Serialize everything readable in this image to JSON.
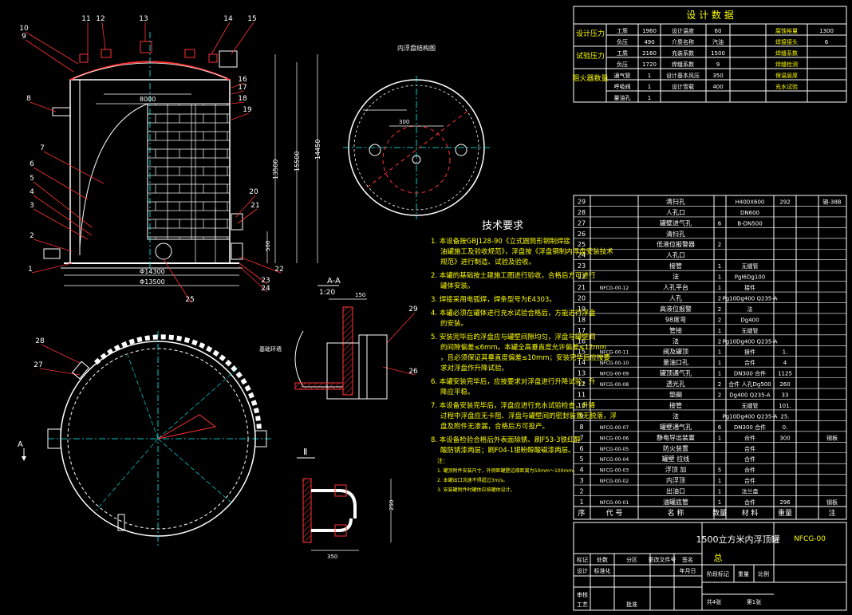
{
  "design_table": {
    "title": "设 计 数 据",
    "rows": [
      {
        "group": "设计压力",
        "sub": "工质",
        "v1": "1960",
        "k1": "设计温度",
        "v2": "60",
        "k2": "腐蚀裕量",
        "v3": "1300"
      },
      {
        "group": "",
        "sub": "负压",
        "v1": "490",
        "k1": "介质名称",
        "v2": "汽油",
        "k2": "焊接接头",
        "v3": "6"
      },
      {
        "group": "试验压力",
        "sub": "工质",
        "v1": "2160",
        "k1": "充装系数",
        "v2": "1500",
        "k2": "焊缝系数",
        "v3": ""
      },
      {
        "group": "",
        "sub": "负压",
        "v1": "1720",
        "k1": "焊缝系数",
        "v2": "9",
        "k2": "焊缝检测",
        "v3": ""
      },
      {
        "group": "阻火器数量",
        "sub": "通气管",
        "v1": "1",
        "k1": "设计基本风压",
        "v2": "350",
        "k2": "保温层厚",
        "v3": ""
      },
      {
        "group": "",
        "sub": "呼吸阀",
        "v1": "1",
        "k1": "设计雪载",
        "v2": "400",
        "k2": "充水试验",
        "v3": ""
      },
      {
        "group": "",
        "sub": "量油孔",
        "v1": "1",
        "k1": "",
        "v2": "",
        "k2": "",
        "v3": ""
      }
    ]
  },
  "parts": [
    {
      "no": "29",
      "code": "",
      "name": "清扫孔",
      "qty": "",
      "mat": "H400X600",
      "w": "292",
      "note": "钢-38B"
    },
    {
      "no": "28",
      "code": "",
      "name": "人孔口",
      "qty": "",
      "mat": "DN600",
      "w": "",
      "note": ""
    },
    {
      "no": "27",
      "code": "",
      "name": "罐壁进气孔",
      "qty": "6",
      "mat": "B-DN500",
      "w": "",
      "note": ""
    },
    {
      "no": "26",
      "code": "",
      "name": "清扫孔",
      "qty": "",
      "mat": "",
      "w": "",
      "note": ""
    },
    {
      "no": "25",
      "code": "",
      "name": "低液位报警器",
      "qty": "2",
      "mat": "",
      "w": "",
      "note": ""
    },
    {
      "no": "24",
      "code": "",
      "name": "人孔口",
      "qty": "",
      "mat": "",
      "w": "",
      "note": ""
    },
    {
      "no": "23",
      "code": "",
      "name": "接管",
      "qty": "1",
      "mat": "无缝管",
      "w": "",
      "note": ""
    },
    {
      "no": "22",
      "code": "",
      "name": "法",
      "qty": "1",
      "mat": "PgI6Dg100",
      "w": "",
      "note": ""
    },
    {
      "no": "21",
      "code": "NFCG-00-12",
      "name": "人孔平台",
      "qty": "1",
      "mat": "接件",
      "w": "",
      "note": ""
    },
    {
      "no": "20",
      "code": "",
      "name": "人孔",
      "qty": "2",
      "mat": "Pg10Dg400 Q235-A",
      "w": "",
      "note": ""
    },
    {
      "no": "19",
      "code": "",
      "name": "高液位报警",
      "qty": "2",
      "mat": "法",
      "w": "",
      "note": ""
    },
    {
      "no": "18",
      "code": "",
      "name": "98度弯",
      "qty": "2",
      "mat": "Dg400",
      "w": "",
      "note": ""
    },
    {
      "no": "17",
      "code": "",
      "name": "管接",
      "qty": "1",
      "mat": "无缝管",
      "w": "",
      "note": ""
    },
    {
      "no": "16",
      "code": "",
      "name": "法",
      "qty": "2",
      "mat": "Pg10Dg400 Q235-A",
      "w": "",
      "note": ""
    },
    {
      "no": "15",
      "code": "NFCG-00-11",
      "name": "阀及罐顶",
      "qty": "1",
      "mat": "接件",
      "w": "1.",
      "note": ""
    },
    {
      "no": "14",
      "code": "NFCG-00-10",
      "name": "量油口孔",
      "qty": "1",
      "mat": "合件",
      "w": "4",
      "note": ""
    },
    {
      "no": "13",
      "code": "NFCG-00-09",
      "name": "罐顶通气孔",
      "qty": "1",
      "mat": "DN300 合件",
      "w": "1125",
      "note": ""
    },
    {
      "no": "12",
      "code": "NFCG-00-08",
      "name": "透光孔",
      "qty": "2",
      "mat": "合件 人孔Dg500",
      "w": "260",
      "note": ""
    },
    {
      "no": "11",
      "code": "",
      "name": "垫圈",
      "qty": "2",
      "mat": "Dg400 Q235-A",
      "w": "33",
      "note": ""
    },
    {
      "no": "10",
      "code": "",
      "name": "接管",
      "qty": "",
      "mat": "无缝管",
      "w": "101.",
      "note": ""
    },
    {
      "no": "9",
      "code": "",
      "name": "法",
      "qty": "",
      "mat": "Pg10Dg400 Q235-A",
      "w": "25.",
      "note": ""
    },
    {
      "no": "8",
      "code": "NFCG-00-07",
      "name": "罐壁通气孔",
      "qty": "6",
      "mat": "DN300 合件",
      "w": "0.",
      "note": ""
    },
    {
      "no": "7",
      "code": "NFCG-00-06",
      "name": "静电导出装置",
      "qty": "1",
      "mat": "合件",
      "w": "300",
      "note": "钢板"
    },
    {
      "no": "6",
      "code": "NFCG-00-05",
      "name": "防火装置",
      "qty": "",
      "mat": "合件",
      "w": "",
      "note": ""
    },
    {
      "no": "5",
      "code": "NFCG-00-04",
      "name": "罐壁 拉线",
      "qty": "",
      "mat": "合件",
      "w": "",
      "note": ""
    },
    {
      "no": "4",
      "code": "NFCG-00-03",
      "name": "浮顶 加",
      "qty": "5",
      "mat": "合件",
      "w": "",
      "note": ""
    },
    {
      "no": "3",
      "code": "NFCG-00-02",
      "name": "内浮顶",
      "qty": "1",
      "mat": "合件",
      "w": "",
      "note": ""
    },
    {
      "no": "2",
      "code": "",
      "name": "出油口",
      "qty": "1",
      "mat": "法兰盘",
      "w": "",
      "note": ""
    },
    {
      "no": "1",
      "code": "NFCG-00-01",
      "name": "油罐底管",
      "qty": "1",
      "mat": "合件",
      "w": "296",
      "note": "钢板"
    }
  ],
  "parts_header": {
    "no": "序",
    "code": "代 号",
    "name": "名 称",
    "qty": "数量",
    "mat": "材 料",
    "w": "重量",
    "note": "注"
  },
  "title_block": {
    "title": "1500立方米内浮顶罐",
    "subtitle": "总",
    "drawing_no": "NFCG-00",
    "labels": [
      "标记",
      "处数",
      "分区",
      "更改文件号",
      "签名",
      "年月日"
    ],
    "row2": [
      "设计",
      "",
      "标准化"
    ],
    "row3": [
      "阶段标记",
      "重量",
      "比例"
    ],
    "row4": [
      "审核",
      "工艺",
      "批准"
    ],
    "sheet": "共4张",
    "sheet_no": "第1张"
  },
  "tech": {
    "heading": "技术要求",
    "items": [
      "1. 本设备按GBJ128-90《立式圆筒形钢制焊接油罐施工及验收规范》，浮盘按《浮盘钢制内浮盘安装技术规范》进行制造、试验及验收。",
      "2. 本罐的基础按土建施工图进行验收，合格后方可进行罐体安装。",
      "3. 焊接采用电弧焊，焊条型号为E4303。",
      "4. 本罐必须在罐体进行充水试验合格后，方能进行浮盘的安装。",
      "5. 安装完毕后的浮盘应与罐壁间隙均匀，浮盘与罐壁间的间隙偏差≤6mm。本罐全高垂直度允许偏差≤12mm，且必须保证其垂直度偏差≤10mm；安装完毕后应按要求对浮盘作升降试验。",
      "6. 本罐安装完毕后，应按要求对浮盘进行升降试验，升降应平稳。",
      "7. 本设备安装完毕后，浮盘应进行充水试验检查，升降过程中浮盘应无卡阻、浮盘与罐壁间的密封装置无脱落，浮盘及附件无渗漏，合格后方可投产。",
      "8. 本设备检验合格后外表面除锈、刷F53-3铁红醇酸防锈漆两层；刷F04-1银粉醇酸磁漆两层。"
    ],
    "notes_head": "注：",
    "notes": [
      "1. 罐顶附件安装尺寸，外侧距罐壁边缘距离为50mm～100mm。",
      "2. 本罐出口流速不得超过3m/s。",
      "3. 安装罐附件时罐体应按罐体设计。"
    ]
  },
  "labels": {
    "section_aa": "A-A",
    "scale": "1:20",
    "section_ii": "Ⅱ",
    "top_view_note": "内浮盘结构图",
    "arrow_a": "A",
    "base_note": "基础环墙",
    "dims": {
      "d1": "14450",
      "d2": "15500",
      "d3": "13500",
      "d4": "8000",
      "d5": "Φ14300",
      "d6": "Φ13500",
      "d7": "500",
      "d8": "350",
      "d9": "150",
      "d10": "250",
      "d11": "300"
    },
    "balloons": [
      "1",
      "2",
      "3",
      "4",
      "5",
      "6",
      "7",
      "8",
      "9",
      "10",
      "11",
      "12",
      "13",
      "14",
      "15",
      "16",
      "17",
      "18",
      "19",
      "20",
      "21",
      "22",
      "23",
      "24",
      "25",
      "26",
      "27",
      "28",
      "29"
    ]
  }
}
